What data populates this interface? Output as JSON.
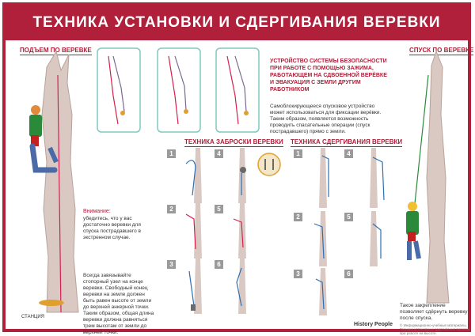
{
  "poster": {
    "title": "ТЕХНИКА УСТАНОВКИ И СДЕРГИВАНИЯ ВЕРЕВКИ",
    "sections": {
      "ascent": "ПОДЪЕМ ПО ВЕРЕВКЕ",
      "descent": "СПУСК ПО ВЕРЕВКЕ",
      "throw": "ТЕХНИКА ЗАБРОСКИ ВЕРЕВКИ",
      "pull": "ТЕХНИКА СДЕРГИВАНИЯ ВЕРЕВКИ"
    },
    "red_note": "УСТРОЙСТВО СИСТЕМЫ БЕЗОПАСНОСТИ ПРИ РАБОТЕ С ПОМОЩЬЮ ЗАЖИМА, РАБОТАЮЩЕМ НА СДВОЕННОЙ ВЕРЁВКЕ И ЭВАКУАЦИЯ С ЗЕМЛИ ДРУГИМ РАБОТНИКОМ",
    "center_text": "Самоблокирующееся спусковое устройство может использоваться для фиксации верёвки. Таким образом, появляется возможность проводить спасательные операции (спуск пострадавшего) прямо с земли.",
    "warning_heading": "Внимание:",
    "warning_text": "убедитесь, что у вас достаточно веревки для спуска пострадавшего в экстренном случае.",
    "knot_text": "Всегда завязывайте стопорный узел на конце веревки. Свободный конец веревки на земле должен быть равен высоте от земли до верхней анкерной точки. Таким образом, общая длина веревки должна равняться трем высотам от земли до верхней точки.",
    "station_label": "СТАНЦИЯ",
    "descent_text": "Такое закрепление позволяет сдёрнуть веревку после спуска.",
    "throw_steps": [
      "1",
      "2",
      "3",
      "4",
      "5",
      "6"
    ],
    "pull_steps": [
      "1",
      "2",
      "3",
      "4",
      "5",
      "6"
    ],
    "brand": "History People",
    "footer": "© Информационно-учебные материалы. Техника установки и сдергивания веревки при работе на высоте."
  },
  "colors": {
    "accent": "#b0203a",
    "trunk": "#d9c9c2",
    "trunk_edge": "#b8a39a",
    "frame_teal": "#7fc9c0",
    "rope_red": "#d62050",
    "rope_blue": "#2c6fb5",
    "rope_green": "#2a8a3a"
  }
}
